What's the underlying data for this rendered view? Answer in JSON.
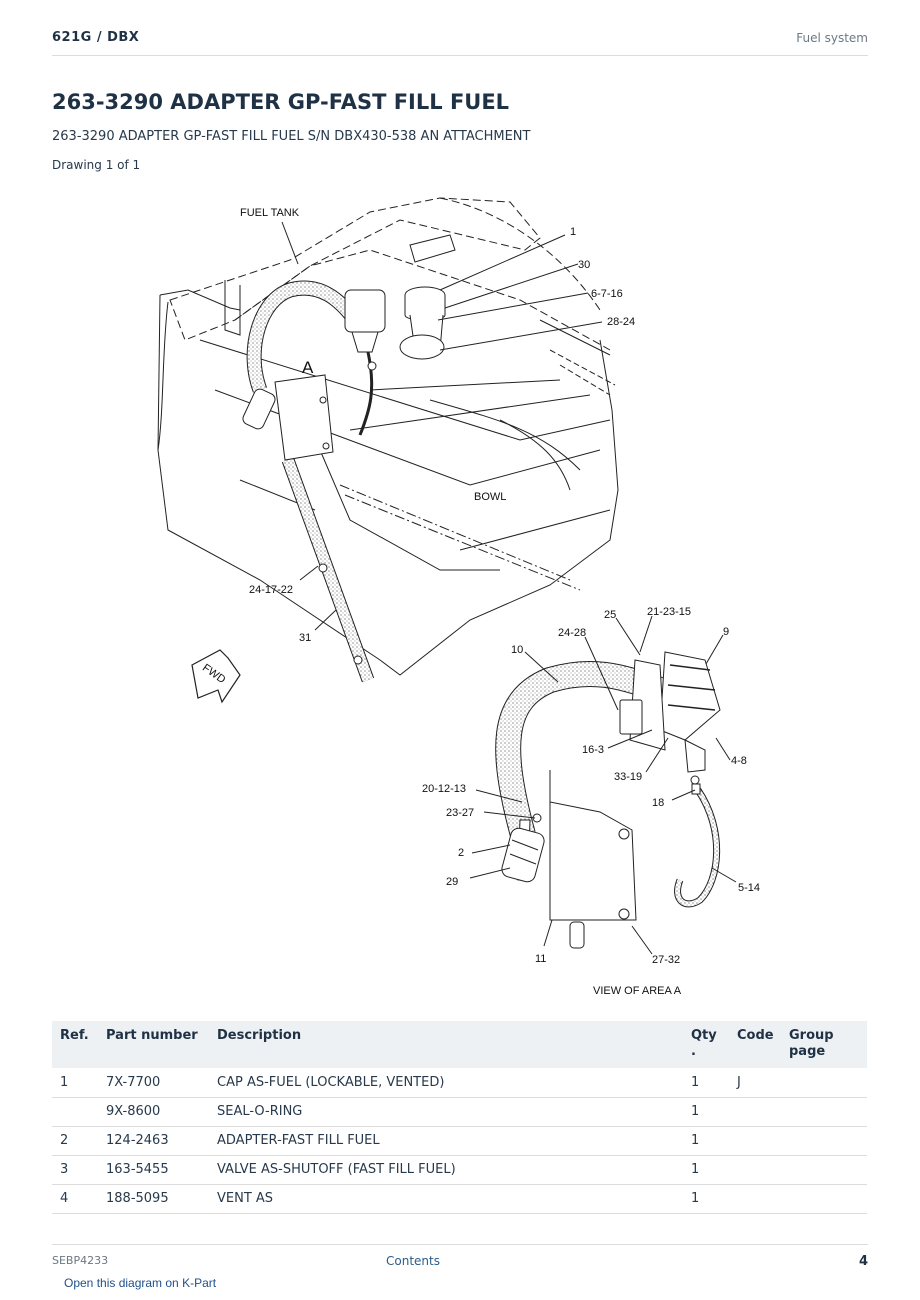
{
  "header": {
    "model": "621G  /  DBX",
    "section": "Fuel system"
  },
  "title": "263-3290 ADAPTER GP-FAST FILL FUEL",
  "subtitle": "263-3290 ADAPTER GP-FAST FILL FUEL S/N DBX430-538 AN ATTACHMENT",
  "drawing_label": "Drawing 1 of 1",
  "diagram": {
    "labels": {
      "fuel_tank": "FUEL TANK",
      "bowl": "BOWL",
      "fwd": "FWD",
      "area_a": "A",
      "view_of_area": "VIEW OF AREA  A"
    },
    "callouts": {
      "c1": "1",
      "c30": "30",
      "c6_7_16": "6-7-16",
      "c28_24": "28-24",
      "c24_17_22": "24-17-22",
      "c31": "31",
      "c25": "25",
      "c21_23_15": "21-23-15",
      "c9": "9",
      "c24_28": "24-28",
      "c10": "10",
      "c16_3": "16-3",
      "c4_8": "4-8",
      "c33_19": "33-19",
      "c18": "18",
      "c20_12_13": "20-12-13",
      "c23_27": "23-27",
      "c2": "2",
      "c29": "29",
      "c5_14": "5-14",
      "c11": "11",
      "c27_32": "27-32"
    }
  },
  "table": {
    "headers": {
      "ref": "Ref.",
      "part_number": "Part number",
      "description": "Description",
      "qty": "Qty\n.",
      "code": "Code",
      "group_page": "Group\npage"
    },
    "rows": [
      {
        "ref": "1",
        "part_number": "7X-7700",
        "description": "CAP AS-FUEL (LOCKABLE, VENTED)",
        "qty": "1",
        "code": "J",
        "group_page": ""
      },
      {
        "ref": "",
        "part_number": "9X-8600",
        "description": "SEAL-O-RING",
        "qty": "1",
        "code": "",
        "group_page": ""
      },
      {
        "ref": "2",
        "part_number": "124-2463",
        "description": "ADAPTER-FAST FILL FUEL",
        "qty": "1",
        "code": "",
        "group_page": ""
      },
      {
        "ref": "3",
        "part_number": "163-5455",
        "description": "VALVE AS-SHUTOFF (FAST FILL FUEL)",
        "qty": "1",
        "code": "",
        "group_page": ""
      },
      {
        "ref": "4",
        "part_number": "188-5095",
        "description": "VENT AS",
        "qty": "1",
        "code": "",
        "group_page": ""
      }
    ]
  },
  "footer": {
    "doc_id": "SEBP4233",
    "contents": "Contents",
    "page": "4",
    "kpart_link": "Open this diagram on K-Part"
  }
}
